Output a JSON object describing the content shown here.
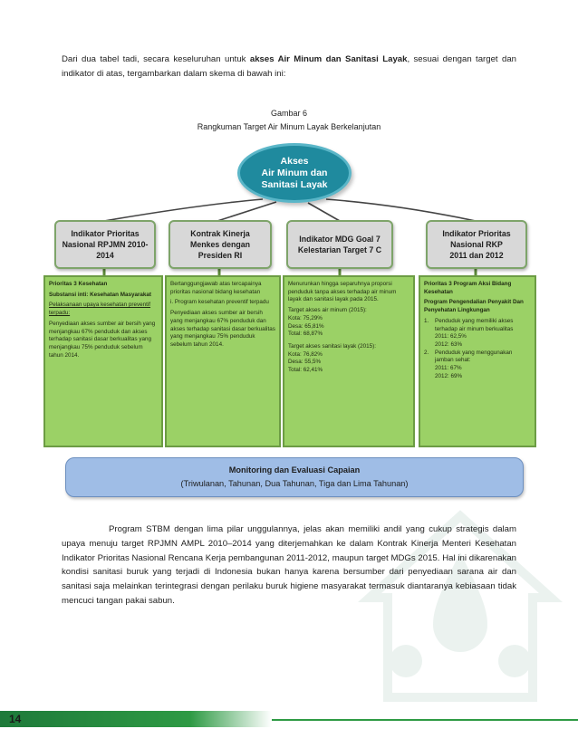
{
  "intro": {
    "part1": "Dari dua tabel tadi, secara keseluruhan untuk ",
    "bold": "akses Air Minum dan Sanitasi Layak",
    "part2": ", sesuai dengan target dan indikator di atas, tergambarkan dalam skema di bawah ini:"
  },
  "figure": {
    "number": "Gambar 6",
    "caption": "Rangkuman Target Air Minum Layak Berkelanjutan"
  },
  "diagram": {
    "root": [
      "Akses",
      "Air Minum dan",
      "Sanitasi Layak"
    ],
    "headers": [
      [
        "Indikator Prioritas",
        "Nasional RPJMN 2010-",
        "2014"
      ],
      [
        "Kontrak Kinerja",
        "Menkes dengan",
        "Presiden RI"
      ],
      [
        "Indikator MDG Goal 7",
        "Kelestarian Target 7 C"
      ],
      [
        "Indikator Prioritas",
        "Nasional RKP",
        "2011 dan 2012"
      ]
    ],
    "box1": {
      "title": "Prioritas 3 Kesehatan",
      "subtitle": "Substansi inti: Kesehatan Masyarakat",
      "link": "Pelaksanaan upaya kesehatan preventif terpadu:",
      "text": "Penyediaan akses sumber air bersih yang menjangkau 67% penduduk dan akses terhadap sanitasi dasar berkualitas yang menjangkau 75% penduduk sebelum tahun 2014."
    },
    "box2": {
      "intro": "Bertanggungjawab atas tercapainya prioritas nasional bidang kesehatan",
      "item": "i. Program kesehatan preventif terpadu",
      "text": "Penyediaan akses sumber air bersih yang menjangkau 67% penduduk dan akses terhadap sanitasi dasar berkualitas yang menjangkau 75% penduduk sebelum tahun 2014."
    },
    "box3": {
      "intro": "Menurunkan hingga separuhnya proporsi penduduk tanpa akses terhadap air minum layak dan sanitasi layak pada 2015.",
      "water_title": "Target akses air minum (2015):",
      "water": [
        "Kota: 75,29%",
        "Desa: 65,81%",
        "Total: 68,87%"
      ],
      "san_title": "Target akses sanitasi layak (2015):",
      "san": [
        "Kota: 76,82%",
        "Desa: 55,5%",
        "Total: 62,41%"
      ]
    },
    "box4": {
      "title": "Prioritas 3 Program Aksi Bidang Kesehatan",
      "subtitle": "Program Pengendalian Penyakit Dan Penyehatan Lingkungan",
      "item1_num": "1.",
      "item1": "Penduduk yang memiliki akses terhadap air minum berkualitas",
      "item1_vals": [
        "2011: 62,5%",
        "2012: 63%"
      ],
      "item2_num": "2.",
      "item2": "Penduduk yang menggunakan jamban sehat:",
      "item2_vals": [
        "2011: 67%",
        "2012: 69%"
      ]
    },
    "monitoring": {
      "title": "Monitoring dan Evaluasi Capaian",
      "subtitle": "(Triwulanan, Tahunan, Dua Tahunan, Tiga dan Lima Tahunan)"
    }
  },
  "body": "Program STBM dengan lima pilar unggulannya, jelas akan memiliki andil yang cukup strategis dalam upaya menuju target RPJMN AMPL 2010–2014 yang diterjemahkan ke dalam Kontrak Kinerja Menteri Kesehatan Indikator Prioritas Nasional Rencana Kerja pembangunan 2011-2012, maupun target MDGs 2015. Hal ini dikarenakan kondisi sanitasi buruk yang terjadi di Indonesia bukan hanya karena bersumber dari penyediaan sarana air dan sanitasi saja melainkan terintegrasi dengan perilaku buruk higiene masyarakat termasuk diantaranya kebiasaan tidak mencuci tangan pakai sabun.",
  "footer": {
    "page_number": "14"
  },
  "colors": {
    "ellipse": "#1f8a9e",
    "header_box": "#d8d8d8",
    "green_box": "#9bd166",
    "monitoring_box": "#9fbde6",
    "footer_green": "#2e9a44"
  }
}
